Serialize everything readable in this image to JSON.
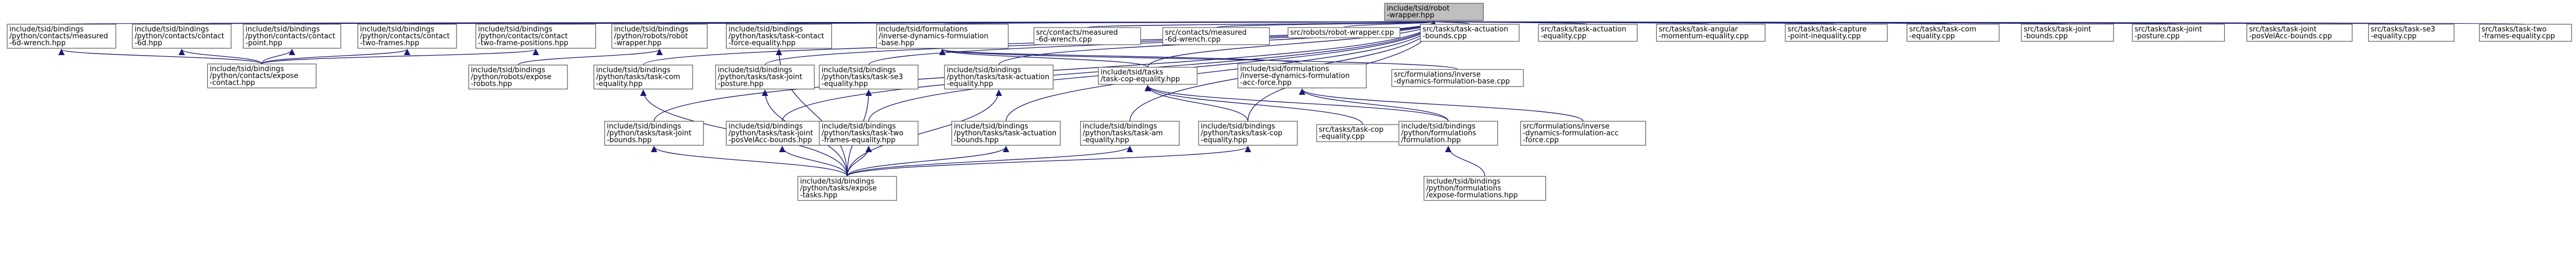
{
  "diagram_type": "include dependency graph",
  "nodes": [
    {
      "id": "root",
      "lines": [
        "include/tsid/robot",
        "-wrapper.hpp"
      ],
      "root": true
    },
    {
      "id": "c_measured",
      "lines": [
        "include/tsid/bindings",
        "/python/contacts/measured",
        "-6d-wrench.hpp"
      ]
    },
    {
      "id": "c_contact6d",
      "lines": [
        "include/tsid/bindings",
        "/python/contacts/contact",
        "-6d.hpp"
      ]
    },
    {
      "id": "c_contactpoint",
      "lines": [
        "include/tsid/bindings",
        "/python/contacts/contact",
        "-point.hpp"
      ]
    },
    {
      "id": "c_twoframes",
      "lines": [
        "include/tsid/bindings",
        "/python/contacts/contact",
        "-two-frames.hpp"
      ]
    },
    {
      "id": "c_twoframepos",
      "lines": [
        "include/tsid/bindings",
        "/python/contacts/contact",
        "-two-frame-positions.hpp"
      ]
    },
    {
      "id": "r_wrapper",
      "lines": [
        "include/tsid/bindings",
        "/python/robots/robot",
        "-wrapper.hpp"
      ]
    },
    {
      "id": "t_forceeq",
      "lines": [
        "include/tsid/bindings",
        "/python/tasks/task-contact",
        "-force-equality.hpp"
      ]
    },
    {
      "id": "f_invdyn",
      "lines": [
        "include/tsid/formulations",
        "/inverse-dynamics-formulation",
        "-base.hpp"
      ]
    },
    {
      "id": "s_measured",
      "lines": [
        "src/contacts/measured",
        "-6d-wrench.cpp"
      ]
    },
    {
      "id": "s_measured2",
      "lines": [
        "src/contacts/measured",
        "-6d-wrench.cpp"
      ]
    },
    {
      "id": "s_robotwrapper",
      "lines": [
        "src/robots/robot-wrapper.cpp"
      ]
    },
    {
      "id": "s_actbounds",
      "lines": [
        "src/tasks/task-actuation",
        "-bounds.cpp"
      ]
    },
    {
      "id": "s_acteq",
      "lines": [
        "src/tasks/task-actuation",
        "-equality.cpp"
      ]
    },
    {
      "id": "s_angular",
      "lines": [
        "src/tasks/task-angular",
        "-momentum-equality.cpp"
      ]
    },
    {
      "id": "s_capture",
      "lines": [
        "src/tasks/task-capture",
        "-point-inequality.cpp"
      ]
    },
    {
      "id": "s_comeq",
      "lines": [
        "src/tasks/task-com",
        "-equality.cpp"
      ]
    },
    {
      "id": "s_jointbounds",
      "lines": [
        "src/tasks/task-joint",
        "-bounds.cpp"
      ]
    },
    {
      "id": "s_jointposture",
      "lines": [
        "src/tasks/task-joint",
        "-posture.cpp"
      ]
    },
    {
      "id": "s_jointposvel",
      "lines": [
        "src/tasks/task-joint",
        "-posVelAcc-bounds.cpp"
      ]
    },
    {
      "id": "s_se3",
      "lines": [
        "src/tasks/task-se3",
        "-equality.cpp"
      ]
    },
    {
      "id": "s_twoframes",
      "lines": [
        "src/tasks/task-two",
        "-frames-equality.cpp"
      ]
    },
    {
      "id": "c_expose",
      "lines": [
        "include/tsid/bindings",
        "/python/contacts/expose",
        "-contact.hpp"
      ]
    },
    {
      "id": "r_expose",
      "lines": [
        "include/tsid/bindings",
        "/python/robots/expose",
        "-robots.hpp"
      ]
    },
    {
      "id": "t_comeq",
      "lines": [
        "include/tsid/bindings",
        "/python/tasks/task-com",
        "-equality.hpp"
      ]
    },
    {
      "id": "t_jointposture",
      "lines": [
        "include/tsid/bindings",
        "/python/tasks/task-joint",
        "-posture.hpp"
      ]
    },
    {
      "id": "t_se3eq",
      "lines": [
        "include/tsid/bindings",
        "/python/tasks/task-se3",
        "-equality.hpp"
      ]
    },
    {
      "id": "t_acteq",
      "lines": [
        "include/tsid/bindings",
        "/python/tasks/task-actuation",
        "-equality.hpp"
      ]
    },
    {
      "id": "tasks_cop",
      "lines": [
        "include/tsid/tasks",
        "/task-cop-equality.hpp"
      ]
    },
    {
      "id": "f_invdynacc",
      "lines": [
        "include/tsid/formulations",
        "/inverse-dynamics-formulation",
        "-acc-force.hpp"
      ]
    },
    {
      "id": "s_invdynbase",
      "lines": [
        "src/formulations/inverse",
        "-dynamics-formulation-base.cpp"
      ]
    },
    {
      "id": "t_jointbounds",
      "lines": [
        "include/tsid/bindings",
        "/python/tasks/task-joint",
        "-bounds.hpp"
      ]
    },
    {
      "id": "t_jointposvel",
      "lines": [
        "include/tsid/bindings",
        "/python/tasks/task-joint",
        "-posVelAcc-bounds.hpp"
      ]
    },
    {
      "id": "t_twoframes",
      "lines": [
        "include/tsid/bindings",
        "/python/tasks/task-two",
        "-frames-equality.hpp"
      ]
    },
    {
      "id": "t_actbounds",
      "lines": [
        "include/tsid/bindings",
        "/python/tasks/task-actuation",
        "-bounds.hpp"
      ]
    },
    {
      "id": "t_am",
      "lines": [
        "include/tsid/bindings",
        "/python/tasks/task-am",
        "-equality.hpp"
      ]
    },
    {
      "id": "t_cop",
      "lines": [
        "include/tsid/bindings",
        "/python/tasks/task-cop",
        "-equality.hpp"
      ]
    },
    {
      "id": "s_copeq",
      "lines": [
        "src/tasks/task-cop",
        "-equality.cpp"
      ]
    },
    {
      "id": "b_formulation",
      "lines": [
        "include/tsid/bindings",
        "/python/formulations",
        "/formulation.hpp"
      ]
    },
    {
      "id": "s_invdynacc",
      "lines": [
        "src/formulations/inverse",
        "-dynamics-formulation-acc",
        "-force.cpp"
      ]
    },
    {
      "id": "t_expose",
      "lines": [
        "include/tsid/bindings",
        "/python/tasks/expose",
        "-tasks.hpp"
      ]
    },
    {
      "id": "f_expose",
      "lines": [
        "include/tsid/bindings",
        "/python/formulations",
        "/expose-formulations.hpp"
      ]
    }
  ],
  "edges": [
    [
      "c_measured",
      "root"
    ],
    [
      "c_contact6d",
      "root"
    ],
    [
      "c_contactpoint",
      "root"
    ],
    [
      "c_twoframes",
      "root"
    ],
    [
      "c_twoframepos",
      "root"
    ],
    [
      "r_wrapper",
      "root"
    ],
    [
      "t_forceeq",
      "root"
    ],
    [
      "f_invdyn",
      "root"
    ],
    [
      "s_measured",
      "root"
    ],
    [
      "s_measured2",
      "root"
    ],
    [
      "s_robotwrapper",
      "root"
    ],
    [
      "s_actbounds",
      "root"
    ],
    [
      "s_acteq",
      "root"
    ],
    [
      "s_angular",
      "root"
    ],
    [
      "s_capture",
      "root"
    ],
    [
      "s_comeq",
      "root"
    ],
    [
      "s_jointbounds",
      "root"
    ],
    [
      "s_jointposture",
      "root"
    ],
    [
      "s_jointposvel",
      "root"
    ],
    [
      "s_se3",
      "root"
    ],
    [
      "s_twoframes",
      "root"
    ],
    [
      "t_comeq",
      "root"
    ],
    [
      "t_jointposture",
      "root"
    ],
    [
      "t_se3eq",
      "root"
    ],
    [
      "t_acteq",
      "root"
    ],
    [
      "t_jointbounds",
      "root"
    ],
    [
      "t_jointposvel",
      "root"
    ],
    [
      "t_twoframes",
      "root"
    ],
    [
      "t_actbounds",
      "root"
    ],
    [
      "t_am",
      "root"
    ],
    [
      "t_cop",
      "root"
    ],
    [
      "tasks_cop",
      "root"
    ],
    [
      "c_expose",
      "c_measured"
    ],
    [
      "c_expose",
      "c_contact6d"
    ],
    [
      "c_expose",
      "c_contactpoint"
    ],
    [
      "c_expose",
      "c_twoframes"
    ],
    [
      "c_expose",
      "c_twoframepos"
    ],
    [
      "r_expose",
      "r_wrapper"
    ],
    [
      "t_expose",
      "t_comeq"
    ],
    [
      "t_expose",
      "t_jointposture"
    ],
    [
      "t_expose",
      "t_se3eq"
    ],
    [
      "t_expose",
      "t_acteq"
    ],
    [
      "t_expose",
      "t_jointbounds"
    ],
    [
      "t_expose",
      "t_jointposvel"
    ],
    [
      "t_expose",
      "t_twoframes"
    ],
    [
      "t_expose",
      "t_actbounds"
    ],
    [
      "t_expose",
      "t_am"
    ],
    [
      "t_expose",
      "t_cop"
    ],
    [
      "t_expose",
      "t_forceeq"
    ],
    [
      "tasks_cop",
      "f_invdyn"
    ],
    [
      "f_invdynacc",
      "f_invdyn"
    ],
    [
      "s_invdynbase",
      "f_invdyn"
    ],
    [
      "t_cop",
      "tasks_cop"
    ],
    [
      "s_copeq",
      "tasks_cop"
    ],
    [
      "b_formulation",
      "tasks_cop"
    ],
    [
      "b_formulation",
      "f_invdynacc"
    ],
    [
      "s_invdynacc",
      "f_invdynacc"
    ],
    [
      "f_expose",
      "b_formulation"
    ]
  ]
}
